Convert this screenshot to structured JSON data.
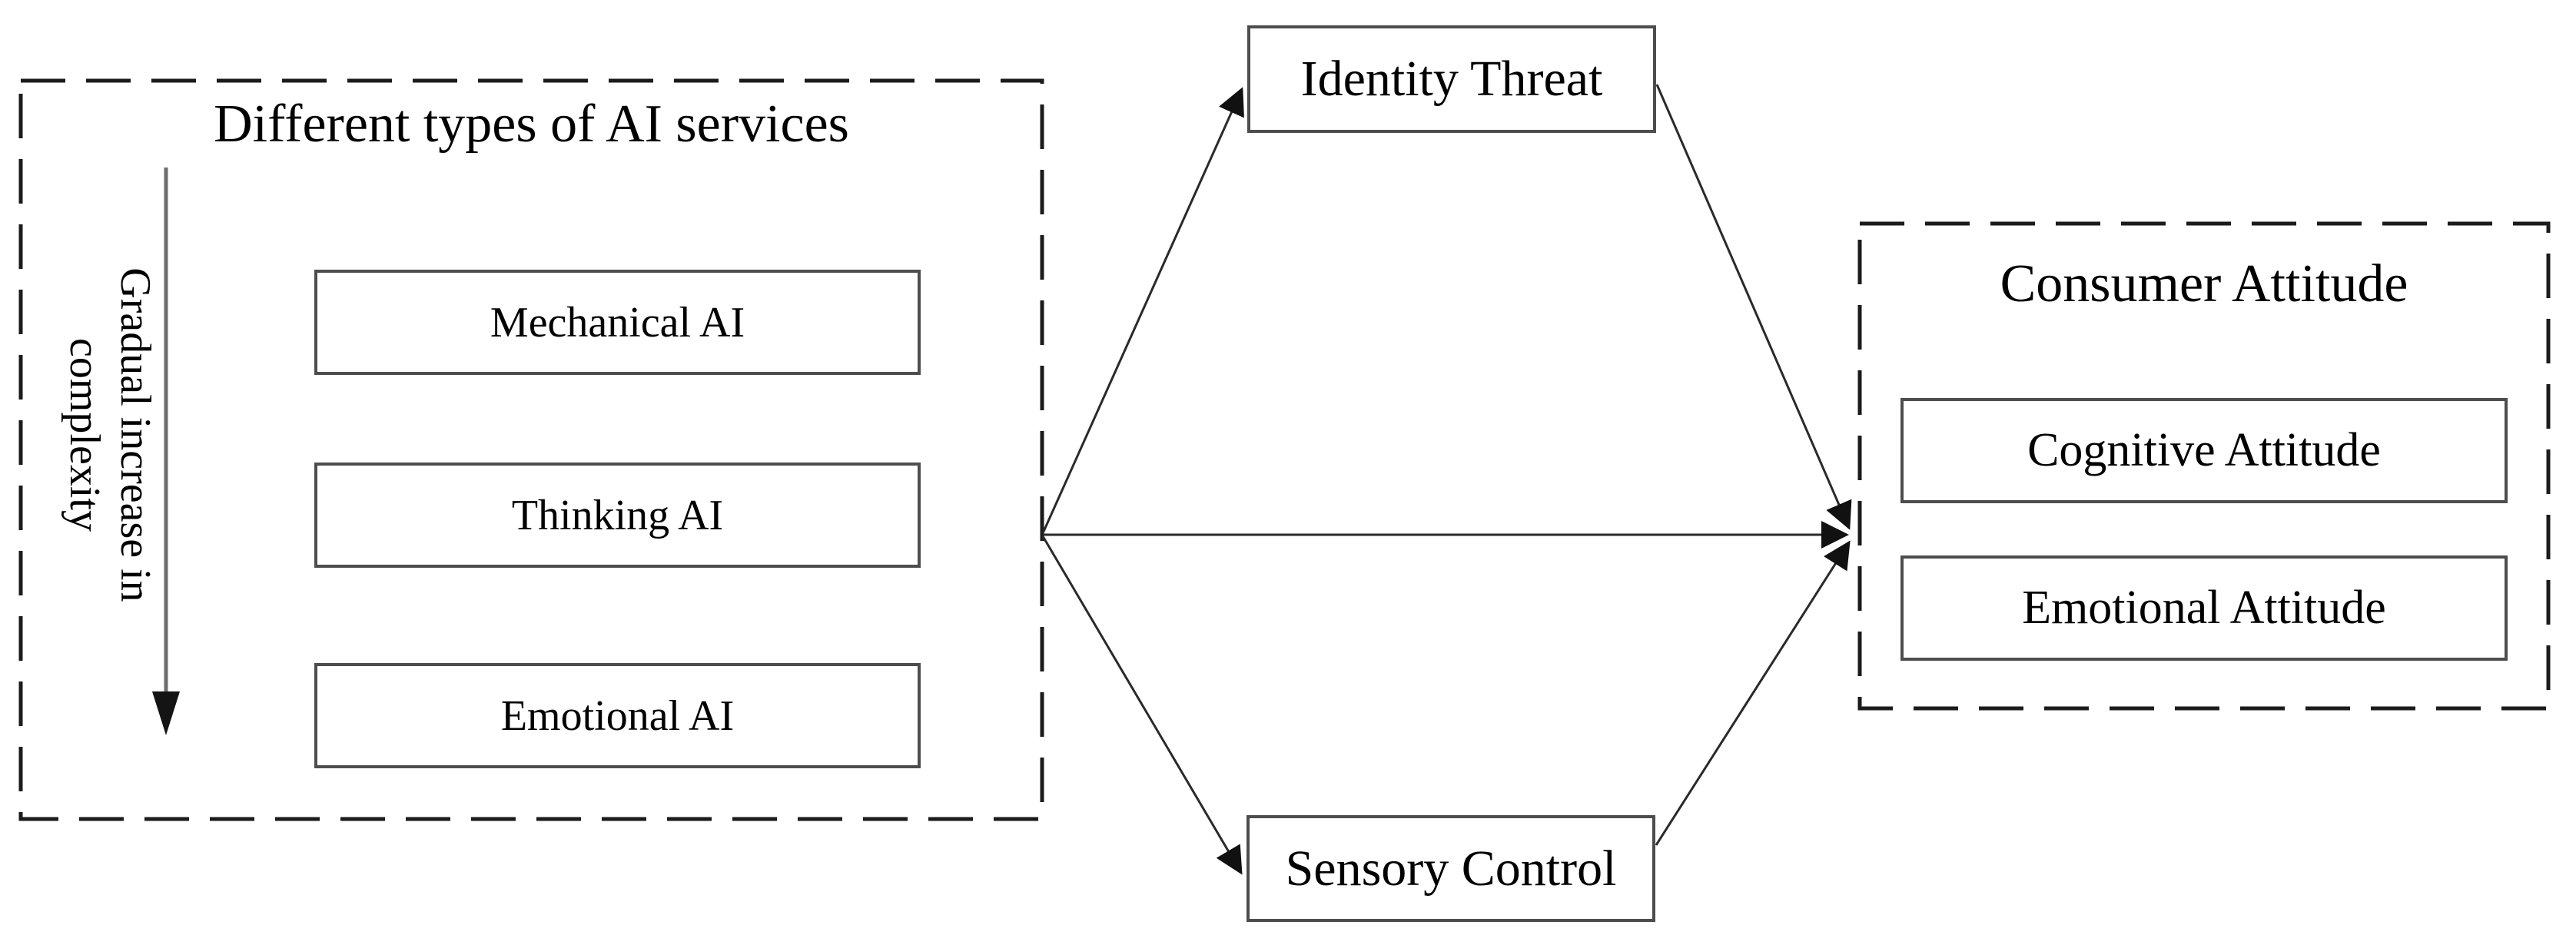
{
  "diagram": {
    "left_group": {
      "title": "Different types of AI services",
      "axis_label": {
        "line1": "Gradual increase in",
        "line2": "complexity"
      },
      "items": [
        {
          "label": "Mechanical AI"
        },
        {
          "label": "Thinking AI"
        },
        {
          "label": "Emotional AI"
        }
      ]
    },
    "mediators": [
      {
        "label": "Identity Threat"
      },
      {
        "label": "Sensory Control"
      }
    ],
    "right_group": {
      "title": "Consumer Attitude",
      "items": [
        {
          "label": "Cognitive Attitude"
        },
        {
          "label": "Emotional Attitude"
        }
      ]
    },
    "arrows": [
      {
        "from": "ai-services-group",
        "to": "identity-threat"
      },
      {
        "from": "ai-services-group",
        "to": "consumer-attitude-group"
      },
      {
        "from": "ai-services-group",
        "to": "sensory-control"
      },
      {
        "from": "identity-threat",
        "to": "consumer-attitude-group"
      },
      {
        "from": "sensory-control",
        "to": "consumer-attitude-group"
      }
    ],
    "colors": {
      "background": "#ffffff",
      "text": "#000000",
      "solid_box_border": "#4d4d4d",
      "dashed_border": "#1b1b1b",
      "connector_line": "#2a2a2a",
      "arrowhead": "#111111",
      "complexity_arrow_line": "#6e6e6e"
    }
  }
}
